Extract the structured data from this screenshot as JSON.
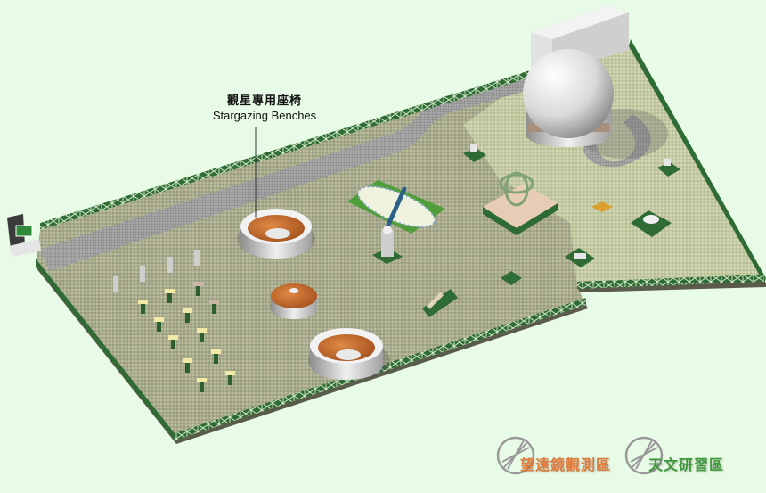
{
  "map": {
    "title": "Astronomy park isometric plan",
    "background_color": "#e8fbe6",
    "ground_color": "#a8aa8c",
    "fence_color": "#2f6b34",
    "path_color": "#9a9a9a"
  },
  "callout": {
    "label_zh": "觀星專用座椅",
    "label_en": "Stargazing Benches"
  },
  "legend": [
    {
      "label": "望遠鏡觀測區",
      "color": "#e07a3a",
      "icon": "armillary-sphere-icon"
    },
    {
      "label": "天文研習區",
      "color": "#3e9a3a",
      "icon": "armillary-sphere-icon"
    }
  ],
  "features": [
    {
      "name": "planetarium-dome",
      "color": "#e6e6e6"
    },
    {
      "name": "service-building",
      "color": "#d8d8d8"
    },
    {
      "name": "sundial-garden",
      "color": "#4f9e3a"
    },
    {
      "name": "armillary-sphere",
      "color": "#8fb48a"
    },
    {
      "name": "stargazing-bench-1",
      "color": "#c4642a"
    },
    {
      "name": "stargazing-bench-2",
      "color": "#c4642a"
    },
    {
      "name": "stargazing-mound",
      "color": "#c4642a"
    },
    {
      "name": "entrance-sign",
      "color": "#2e8b3a"
    }
  ]
}
